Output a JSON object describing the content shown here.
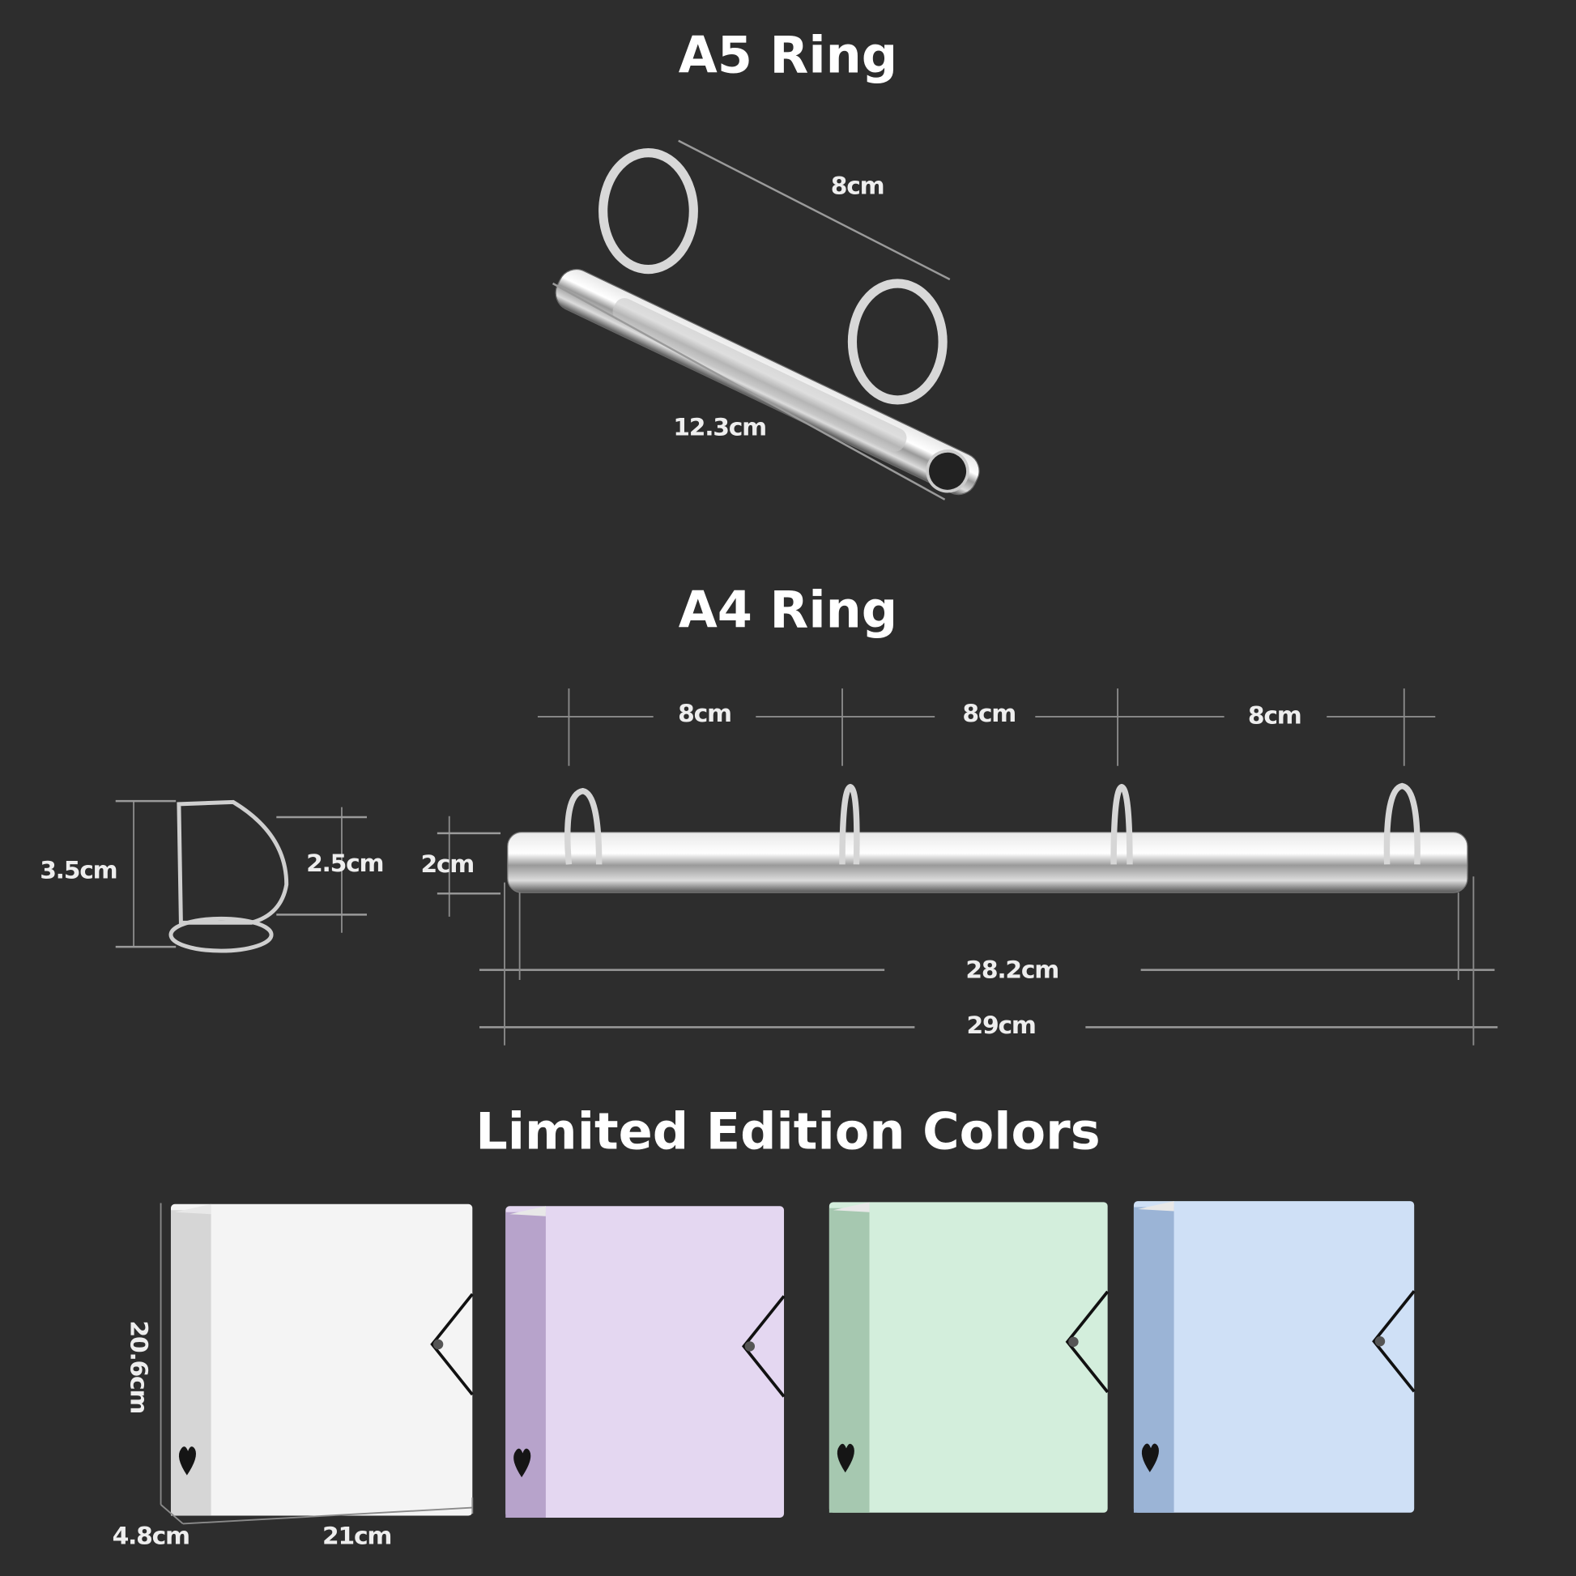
{
  "sections": {
    "a5": {
      "title": "A5 Ring",
      "ring_spacing": "8cm",
      "length": "12.3cm"
    },
    "a4": {
      "title": "A4 Ring",
      "spacing_1": "8cm",
      "spacing_2": "8cm",
      "spacing_3": "8cm",
      "ring_height": "3.5cm",
      "ring_inner": "2.5cm",
      "bar_height": "2cm",
      "inner_length": "28.2cm",
      "total_length": "29cm"
    },
    "colors": {
      "title": "Limited Edition Colors",
      "height": "20.6cm",
      "depth": "4.8cm",
      "width": "21cm",
      "binders": [
        {
          "name": "white",
          "cover": "#f4f4f4",
          "spine": "#d6d6d6"
        },
        {
          "name": "purple",
          "cover": "#e4d7f1",
          "spine": "#b7a3cb"
        },
        {
          "name": "green",
          "cover": "#d3eedc",
          "spine": "#a6c8b0"
        },
        {
          "name": "blue",
          "cover": "#cfe0f6",
          "spine": "#9bb4d6"
        }
      ]
    }
  },
  "background": "#2d2d2d"
}
